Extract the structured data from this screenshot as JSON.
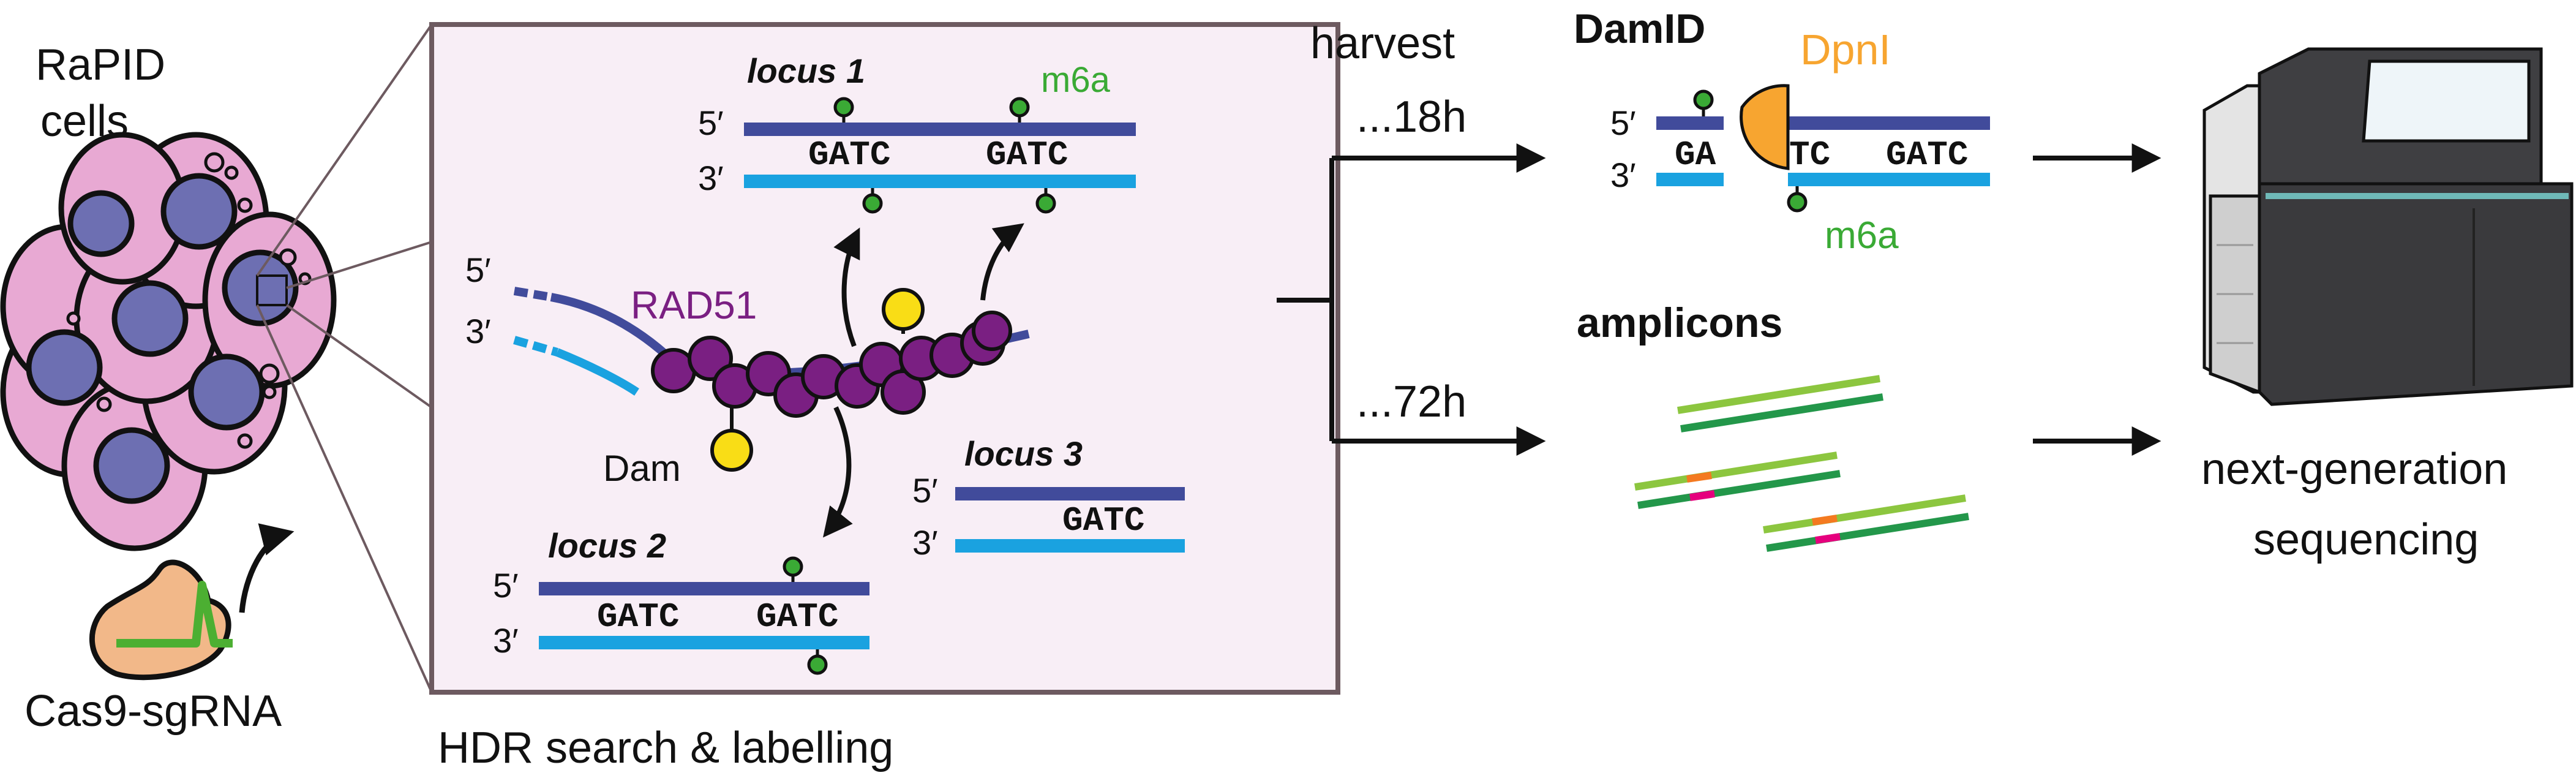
{
  "labels": {
    "rapid_cells": [
      "RaPID",
      "cells"
    ],
    "cas9": "Cas9-sgRNA",
    "hdr": "HDR search & labelling",
    "locus1": "locus 1",
    "locus2": "locus 2",
    "locus3": "locus 3",
    "m6a": "m6a",
    "rad51": "RAD51",
    "dam": "Dam",
    "five": "5′",
    "three": "3′",
    "gatc": "GATC",
    "harvest": "harvest",
    "t18": "...18h",
    "t72": "...72h",
    "damid": "DamID",
    "dpni": "DpnI",
    "ga": "GA",
    "tc": "TC",
    "amplicons": "amplicons",
    "ngs": [
      "next-generation",
      "sequencing"
    ]
  },
  "colors": {
    "cell_fill": "#e8a9d3",
    "nucleus": "#6d6fb2",
    "panel_bg": "#f8eef6",
    "panel_border": "#6d5a60",
    "dark_blue_strand": "#414b9b",
    "light_blue_strand": "#1aa2e0",
    "rad51": "#7a1f82",
    "dam": "#f9dd16",
    "m6a": "#3aaa35",
    "dpni": "#f7a530",
    "cas9": "#f2b889",
    "sgrna": "#4caf32",
    "amplicon_light": "#8cc63f",
    "amplicon_dark": "#23974a",
    "indel_orange": "#f47a20",
    "indel_pink": "#e6007e"
  },
  "icons": [
    "cell-cluster-icon",
    "cas9-icon",
    "sequencer-icon",
    "dpni-enzyme-icon"
  ]
}
